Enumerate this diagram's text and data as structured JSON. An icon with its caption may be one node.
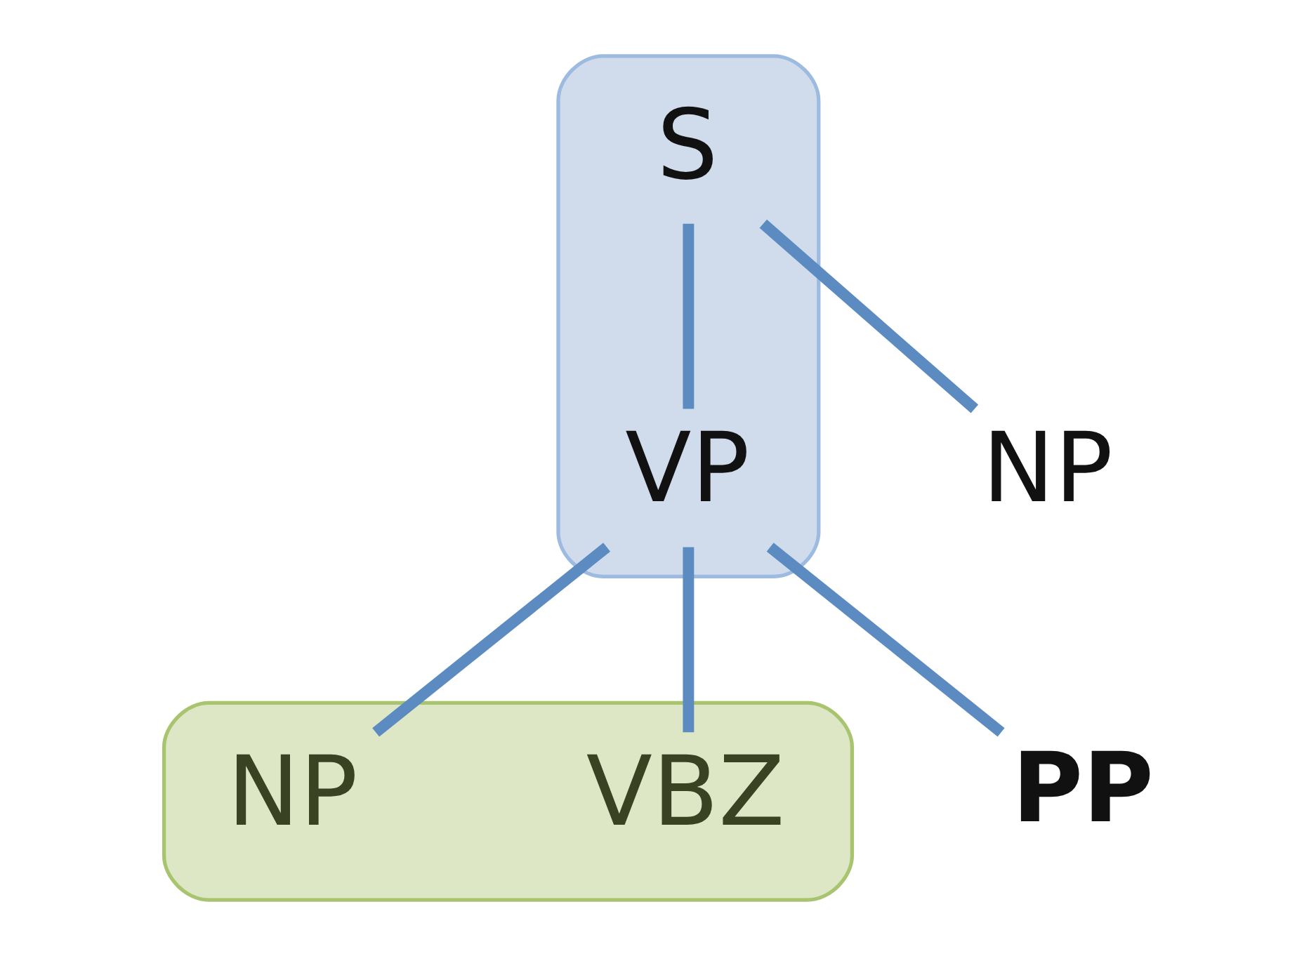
{
  "diagram": {
    "nodes": [
      {
        "text": [],
        "shape": "cloud"
      },
      {
        "text": [
          "S"
        ],
        "in": 0
      },
      {
        "text": [
          "NP"
        ]
      },
      {
        "text": [
          "VP"
        ],
        "in": 0
      },
      {
        "text": [],
        "shape": "cloud"
      },
      {
        "text": [
          "VBZ"
        ],
        "in": 4
      },
      {
        "text": [
          "NP"
        ],
        "in": 4
      },
      {
        "text": [
          "PP"
        ]
      }
    ],
    "edges": [
      {
        "from": 1,
        "to": 2,
        "arrow": "none"
      },
      {
        "from": 1,
        "to": 3,
        "arrow": "none"
      },
      {
        "from": 3,
        "to": 5,
        "arrow": "none"
      },
      {
        "from": 3,
        "to": 6,
        "arrow": "none"
      },
      {
        "from": 3,
        "to": 7,
        "arrow": "none"
      }
    ]
  }
}
